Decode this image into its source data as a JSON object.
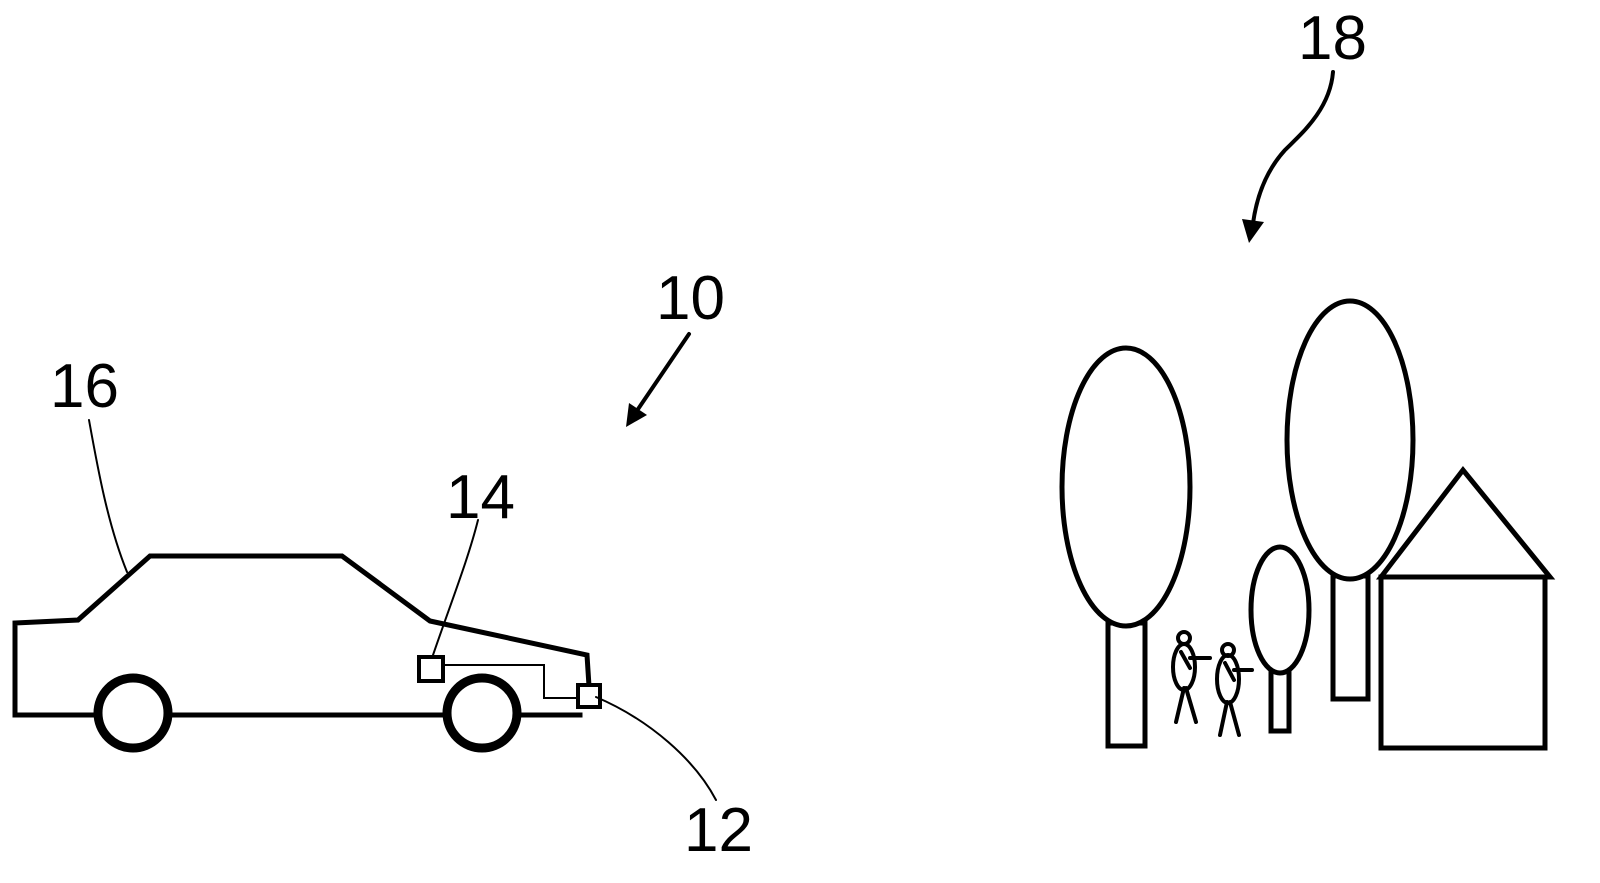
{
  "labels": {
    "system": "10",
    "sensor": "12",
    "control_unit": "14",
    "vehicle": "16",
    "environment": "18"
  },
  "colors": {
    "line": "#000000",
    "background": "#ffffff"
  }
}
